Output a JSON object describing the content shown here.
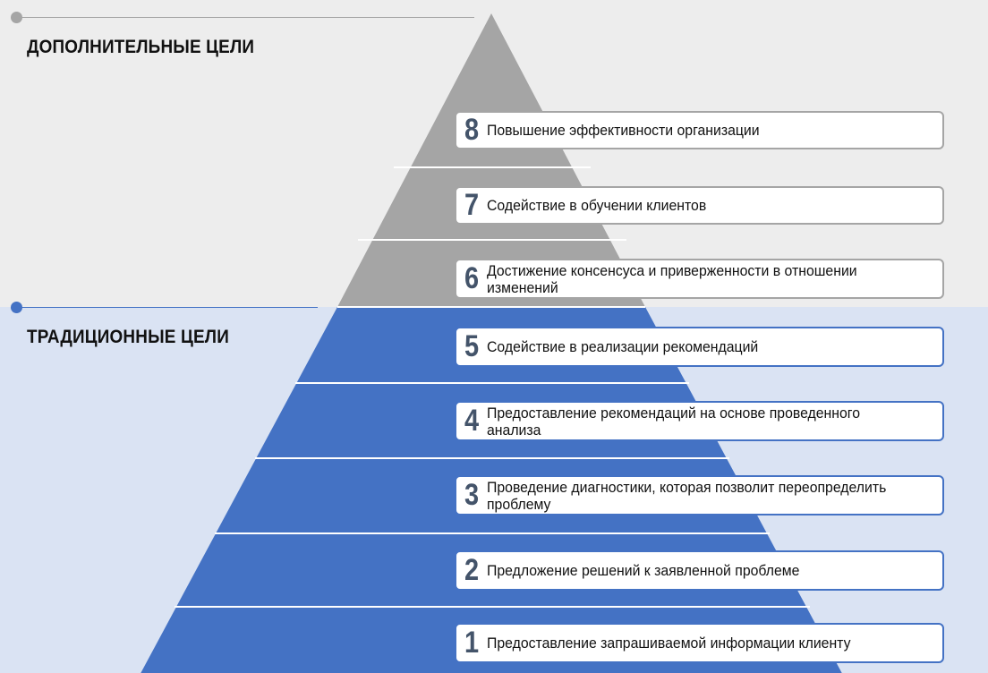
{
  "sections": {
    "additional": "ДОПОЛНИТЕЛЬНЫЕ ЦЕЛИ",
    "traditional": "ТРАДИЦИОННЫЕ ЦЕЛИ"
  },
  "colors": {
    "gray": "#a5a5a5",
    "blue": "#4472c4",
    "number": "#44546a"
  },
  "levels": [
    {
      "num": "8",
      "text": "Повышение эффективности организации",
      "group": "additional"
    },
    {
      "num": "7",
      "text": "Содействие в обучении клиентов",
      "group": "additional"
    },
    {
      "num": "6",
      "text": "Достижение консенсуса и приверженности в отношении изменений",
      "group": "additional"
    },
    {
      "num": "5",
      "text": "Содействие в реализации рекомендаций",
      "group": "traditional"
    },
    {
      "num": "4",
      "text": "Предоставление рекомендаций на основе проведенного анализа",
      "group": "traditional"
    },
    {
      "num": "3",
      "text": "Проведение диагностики, которая позволит переопределить проблему",
      "group": "traditional"
    },
    {
      "num": "2",
      "text": "Предложение решений к заявленной проблеме",
      "group": "traditional"
    },
    {
      "num": "1",
      "text": "Предоставление запрашиваемой информации клиенту",
      "group": "traditional"
    }
  ]
}
